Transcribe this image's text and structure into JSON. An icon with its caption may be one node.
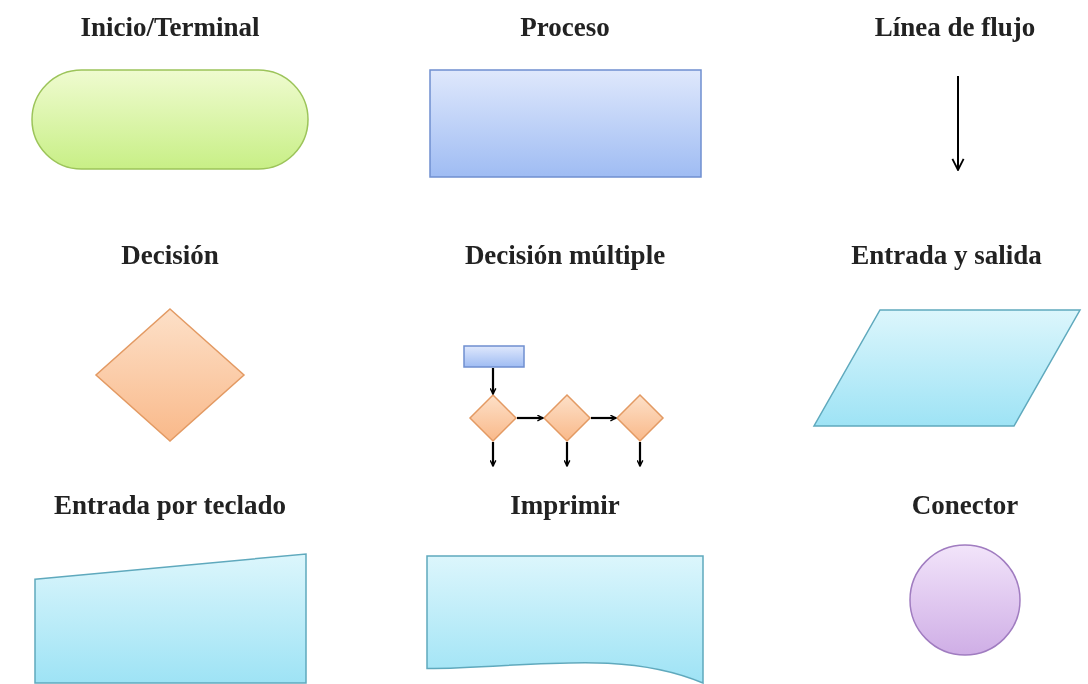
{
  "diagram": {
    "nodes": [
      {
        "text": [
          "Inicio/Terminal"
        ]
      },
      {
        "text": [
          "Proceso"
        ]
      },
      {
        "text": [
          "Decisión"
        ]
      },
      {
        "text": [
          "Entrada y salida"
        ]
      },
      {
        "text": [
          "Entrada por teclado"
        ]
      },
      {
        "text": [
          "Imprimir"
        ]
      },
      {
        "text": [
          "Conector"
        ]
      },
      {
        "text": [],
        "shape": "box"
      },
      {
        "text": [],
        "shape": "diamond"
      },
      {
        "text": [],
        "shape": "diamond"
      },
      {
        "text": [],
        "shape": "diamond"
      }
    ],
    "edges": [
      {
        "from": 7,
        "to": 8,
        "arrow": "to"
      },
      {
        "from": 8,
        "to": 9,
        "arrow": "to"
      },
      {
        "from": 9,
        "to": 10,
        "arrow": "to"
      },
      {
        "from": 8,
        "to": null,
        "arrow": "to"
      },
      {
        "from": 9,
        "to": null,
        "arrow": "to"
      },
      {
        "from": 10,
        "to": null,
        "arrow": "to"
      }
    ],
    "labels": [
      "Línea de flujo",
      "Decisión múltiple"
    ]
  }
}
